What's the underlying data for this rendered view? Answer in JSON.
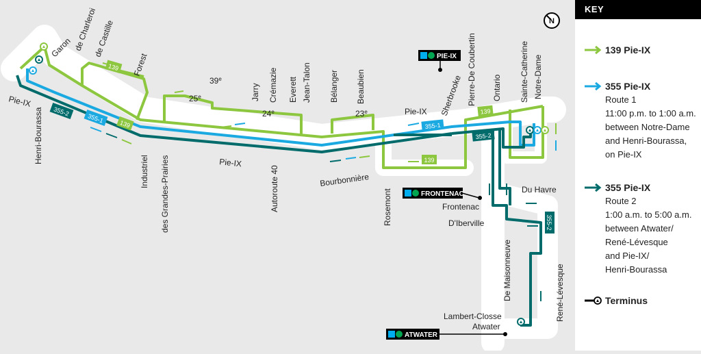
{
  "colors": {
    "route139": "#8dc63f",
    "route355_1": "#1ba9e1",
    "route355_2": "#006b6b",
    "metro_green": "#00a651",
    "metro_blue": "#00aeef",
    "background": "#e9e9e9",
    "corridor": "#ffffff"
  },
  "key": {
    "title": "KEY",
    "items": [
      {
        "title": "139 Pie-IX",
        "lines": [],
        "color": "#8dc63f"
      },
      {
        "title": "355 Pie-IX",
        "lines": [
          "Route 1",
          "11:00 p.m. to 1:00 a.m.",
          "between Notre-Dame",
          "and Henri-Bourassa,",
          "on Pie-IX"
        ],
        "color": "#1ba9e1"
      },
      {
        "title": "355 Pie-IX",
        "lines": [
          "Route 2",
          "1:00 a.m. to 5:00 a.m.",
          "between Atwater/",
          "René-Lévesque",
          "and Pie-IX/",
          "Henri-Bourassa"
        ],
        "color": "#006b6b"
      },
      {
        "title": "Terminus",
        "lines": [],
        "icon": "terminus-icon"
      }
    ]
  },
  "metro_stations": {
    "pie_ix": "PIE-IX",
    "frontenac": "FRONTENAC",
    "atwater": "ATWATER"
  },
  "route_badges": {
    "r139": "139",
    "r355_1": "355-1",
    "r355_2": "355-2"
  },
  "streets": {
    "pie_ix": "Pie-IX",
    "henri_bourassa": "Henri-Bourassa",
    "garon": "Garon",
    "de_charleroi": "de Charleroi",
    "de_castille": "de Castille",
    "forest": "Forest",
    "industriel": "Industriel",
    "des_grandes_prairies": "des Grandes-Prairies",
    "autoroute_40": "Autoroute 40",
    "jarry": "Jarry",
    "cremazie": "Crémazie",
    "everett": "Everett",
    "jean_talon": "Jean-Talon",
    "belanger": "Bélanger",
    "beaubien": "Beaubien",
    "bourbonniere": "Bourbonnière",
    "rosemont": "Rosemont",
    "sherbrooke": "Sherbrooke",
    "pierre_de_coubertin": "Pierre-De Coubertin",
    "ontario": "Ontario",
    "sainte_catherine": "Sainte-Catherine",
    "notre_dame": "Notre-Dame",
    "du_havre": "Du Havre",
    "frontenac": "Frontenac",
    "d_iberville": "D'Iberville",
    "de_maisonneuve": "De Maisonneuve",
    "rene_levesque": "René-Lévesque",
    "lambert_closse": "Lambert-Closse",
    "atwater": "Atwater",
    "s39_num": "39",
    "s39_sup": "e",
    "s25_num": "25",
    "s25_sup": "e",
    "s24_num": "24",
    "s24_sup": "e",
    "s23_num": "23",
    "s23_sup": "e"
  },
  "compass": "N"
}
